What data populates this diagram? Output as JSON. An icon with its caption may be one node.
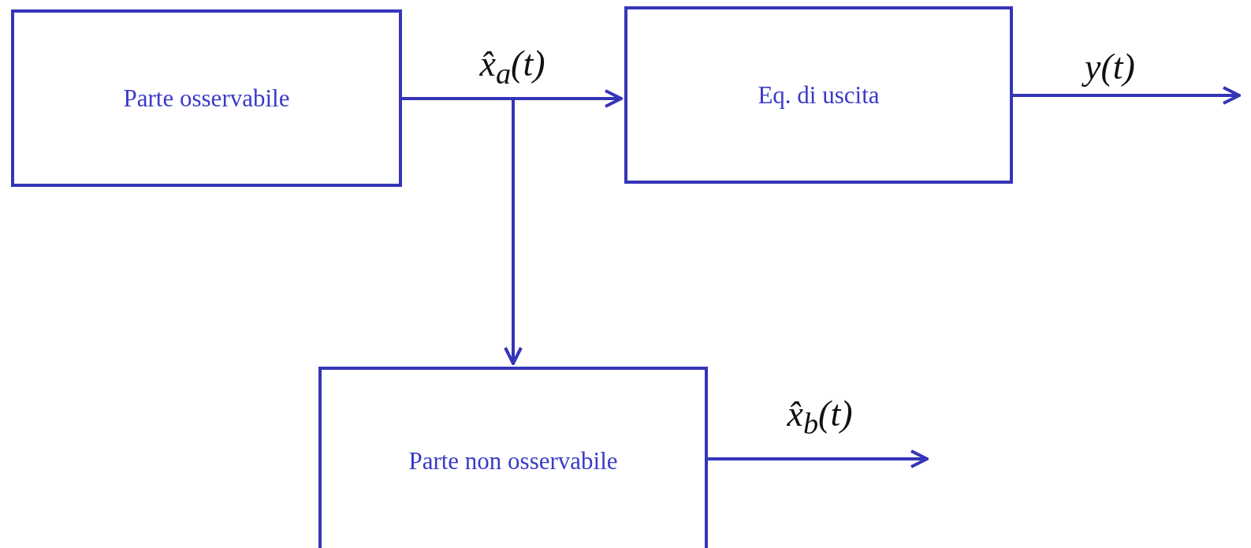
{
  "diagram": {
    "nodes": [
      {
        "text": [
          "Parte osservabile"
        ]
      },
      {
        "text": [
          "Eq. di uscita"
        ]
      },
      {
        "text": [
          "Parte non osservabile"
        ]
      }
    ],
    "edges": [
      {
        "from": 0,
        "to": 1,
        "arrow": "to",
        "label": "x̂$_{a}$(t)"
      },
      {
        "from": 0,
        "to": 2,
        "arrow": "to"
      },
      {
        "from": 1,
        "to": null,
        "arrow": "to",
        "label": "y(t)"
      },
      {
        "from": 2,
        "to": null,
        "arrow": "to",
        "label": "x̂$_{b}$(t)"
      }
    ]
  }
}
